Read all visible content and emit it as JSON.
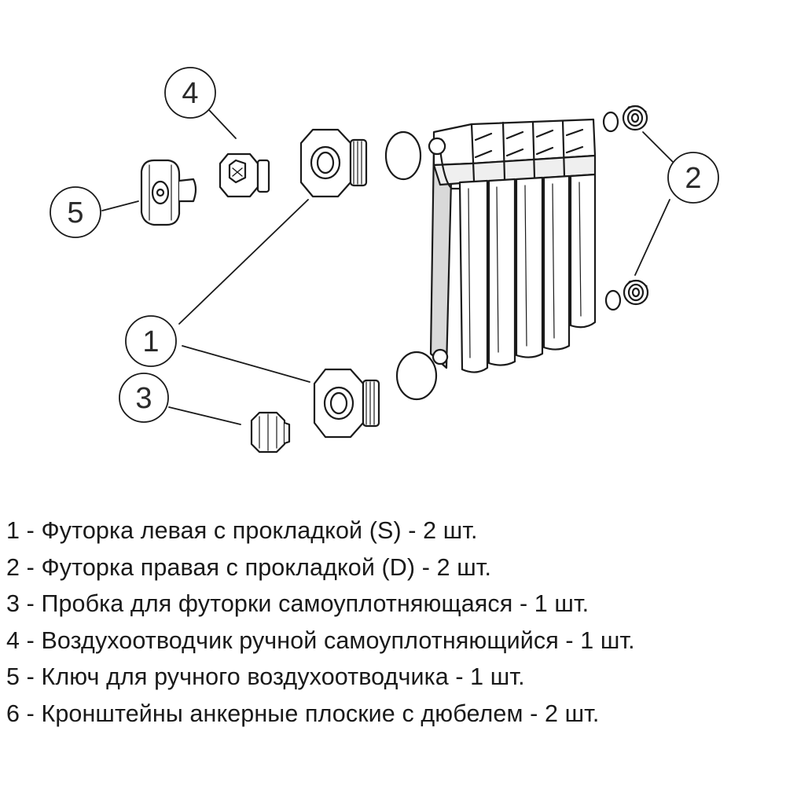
{
  "callouts": {
    "c1": "1",
    "c2": "2",
    "c3": "3",
    "c4": "4",
    "c5": "5"
  },
  "legend": {
    "items": [
      "1 - Футорка левая с прокладкой (S) - 2 шт.",
      "2 - Футорка правая с прокладкой (D) - 2 шт.",
      "3 - Пробка для футорки самоуплотняющаяся - 1 шт.",
      "4 - Воздухоотводчик ручной самоуплотняющийся - 1 шт.",
      "5 - Ключ для ручного воздухоотводчика - 1 шт.",
      "6 - Кронштейны анкерные плоские с дюбелем - 2 шт."
    ]
  },
  "colors": {
    "line": "#1a1a1a",
    "fill": "#ffffff",
    "shade": "#d9d9d9"
  }
}
